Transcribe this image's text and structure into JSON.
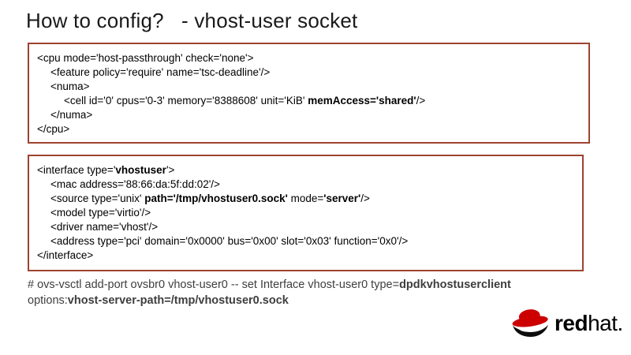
{
  "title": "How to config?   - vhost-user socket",
  "colors": {
    "box_border": "#9c4431",
    "redhat_red": "#cc0000",
    "command_text": "#3e3e3e",
    "code_text": "#000000",
    "background": "#ffffff"
  },
  "boxes": [
    {
      "name": "cpu-xml",
      "lines": [
        {
          "indent": 0,
          "segments": [
            {
              "t": "<cpu mode='host-passthrough' check='none'>",
              "b": false
            }
          ]
        },
        {
          "indent": 1,
          "segments": [
            {
              "t": "<feature policy='require' name='tsc-deadline'/>",
              "b": false
            }
          ]
        },
        {
          "indent": 1,
          "segments": [
            {
              "t": "<numa>",
              "b": false
            }
          ]
        },
        {
          "indent": 2,
          "segments": [
            {
              "t": "<cell id='0' cpus='0-3' memory='8388608' unit='KiB' ",
              "b": false
            },
            {
              "t": "memAccess='shared'",
              "b": true
            },
            {
              "t": "/>",
              "b": false
            }
          ]
        },
        {
          "indent": 1,
          "segments": [
            {
              "t": "</numa>",
              "b": false
            }
          ]
        },
        {
          "indent": 0,
          "segments": [
            {
              "t": "</cpu>",
              "b": false
            }
          ]
        }
      ]
    },
    {
      "name": "interface-xml",
      "lines": [
        {
          "indent": 0,
          "segments": [
            {
              "t": "<interface type='",
              "b": false
            },
            {
              "t": "vhostuser",
              "b": true
            },
            {
              "t": "'>",
              "b": false
            }
          ]
        },
        {
          "indent": 1,
          "segments": [
            {
              "t": "<mac address='88:66:da:5f:dd:02'/>",
              "b": false
            }
          ]
        },
        {
          "indent": 1,
          "segments": [
            {
              "t": "<source type='unix' ",
              "b": false
            },
            {
              "t": "path='/tmp/vhostuser0.sock'",
              "b": true
            },
            {
              "t": " mode=",
              "b": false
            },
            {
              "t": "'server'",
              "b": true
            },
            {
              "t": "/>",
              "b": false
            }
          ]
        },
        {
          "indent": 1,
          "segments": [
            {
              "t": "<model type='virtio'/>",
              "b": false
            }
          ]
        },
        {
          "indent": 1,
          "segments": [
            {
              "t": "<driver name='vhost'/>",
              "b": false
            }
          ]
        },
        {
          "indent": 1,
          "segments": [
            {
              "t": "<address type='pci' domain='0x0000' bus='0x00' slot='0x03' function='0x0'/>",
              "b": false
            }
          ]
        },
        {
          "indent": 0,
          "segments": [
            {
              "t": "</interface>",
              "b": false
            }
          ]
        }
      ]
    }
  ],
  "command": {
    "lines": [
      {
        "indent": 0,
        "segments": [
          {
            "t": "# ovs-vsctl add-port ovsbr0 vhost-user0 -- set Interface vhost-user0 type=",
            "b": false
          },
          {
            "t": "dpdkvhostuserclient",
            "b": true
          }
        ]
      },
      {
        "indent": 0,
        "segments": [
          {
            "t": "options:",
            "b": false
          },
          {
            "t": "vhost-server-path=/tmp/vhostuser0.sock",
            "b": true
          }
        ]
      }
    ]
  },
  "logo": {
    "icon": "redhat-fedora-icon",
    "text_bold": "red",
    "text_regular": "hat."
  }
}
